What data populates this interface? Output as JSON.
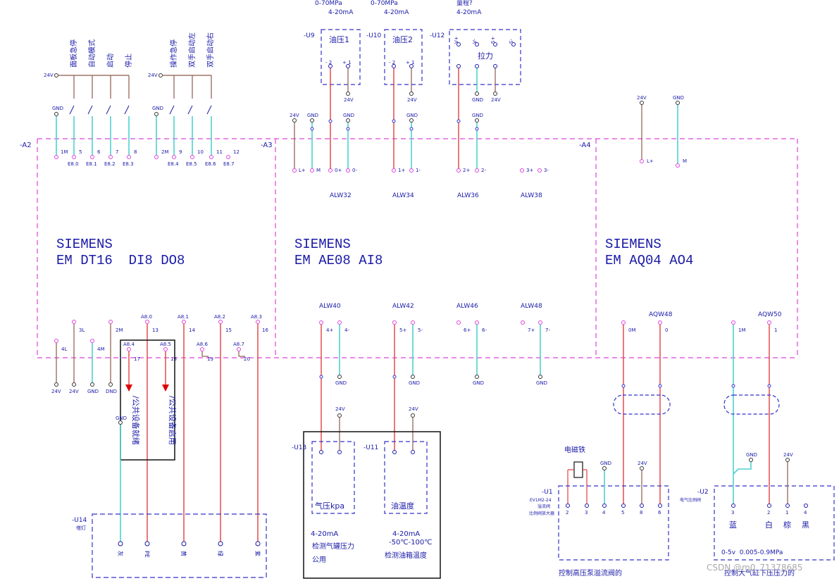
{
  "modules": {
    "a2": {
      "tag": "-A2",
      "brand": "SIEMENS",
      "model": "EM DT16  DI8 DO8"
    },
    "a3": {
      "tag": "-A3",
      "brand": "SIEMENS",
      "model": "EM AE08 AI8"
    },
    "a4": {
      "tag": "-A4",
      "brand": "SIEMENS",
      "model": "EM AQ04 AO4"
    }
  },
  "switches_left": {
    "supply": "24V",
    "labels": [
      "面板急停",
      "自动模式",
      "启动",
      "停止"
    ]
  },
  "switches_right": {
    "supply": "24V",
    "labels": [
      "操作急停",
      "双手启动左",
      "双手启动右"
    ]
  },
  "a2_top": {
    "gnd1": "GND",
    "gnd2": "GND",
    "terms": [
      "1M",
      "5",
      "6",
      "7",
      "8",
      "2M",
      "9",
      "10",
      "11",
      "12"
    ],
    "addrs": [
      "E8.0",
      "E8.1",
      "E8.2",
      "E8.3",
      "E8.4",
      "E8.5",
      "E8.6",
      "E8.7"
    ]
  },
  "a2_bottom": {
    "terms": [
      "4L",
      "3L",
      "4M",
      "2M",
      "13",
      "14",
      "15",
      "16",
      "17",
      "18",
      "19",
      "20"
    ],
    "addrs": [
      "A8.0",
      "A8.1",
      "A8.2",
      "A8.3",
      "A8.4",
      "A8.5",
      "A8.6",
      "A8.7"
    ],
    "supplies": [
      "24V",
      "24V",
      "GND",
      "DND"
    ],
    "arrow_labels": [
      "/公共设备就绪",
      "/公共设备启用"
    ],
    "gnd": "GND"
  },
  "sensors_top": {
    "u9": {
      "tag": "-U9",
      "name": "油压1",
      "range": "0-70MPa",
      "signal": "4-20mA",
      "pins": [
        "- 2",
        "+ 1"
      ],
      "sup": "24V"
    },
    "u10": {
      "tag": "-U10",
      "name": "油压2",
      "range": "0-70MPa",
      "signal": "4-20mA",
      "pins": [
        "- 2",
        "+ 1"
      ],
      "sup": "24V"
    },
    "u12": {
      "tag": "-U12",
      "name": "拉力",
      "range": "量程?",
      "signal": "4-20mA",
      "pins": [
        "V+",
        "V-",
        "S+",
        "S-"
      ],
      "gnd": "GND",
      "gnd2": "GND",
      "sup": "24V"
    }
  },
  "a3_top": {
    "sup": "24V",
    "gnd": "GND",
    "terms": [
      "L+",
      "M",
      "0+",
      "0-",
      "1+",
      "1-",
      "2+",
      "2-",
      "3+",
      "3-"
    ],
    "channels": [
      "ALW32",
      "ALW34",
      "ALW36",
      "ALW38"
    ]
  },
  "a3_bottom": {
    "channels": [
      "ALW40",
      "ALW42",
      "ALW46",
      "ALW48"
    ],
    "terms": [
      "4+",
      "4-",
      "5+",
      "5-",
      "6+",
      "6-",
      "7+",
      "7-"
    ],
    "gnd": "GND"
  },
  "a4_top": {
    "sup": "24V",
    "gnd": "GND",
    "terms": [
      "L+",
      "M"
    ]
  },
  "a4_bottom": {
    "channels": [
      "AQW48",
      "AQW50"
    ],
    "terms": [
      "0M",
      "0",
      "1M",
      "1"
    ]
  },
  "sensors_bottom": {
    "u13": {
      "tag": "-U13",
      "name": "气压kpa",
      "signal": "4-20mA",
      "desc1": "检测气罐压力",
      "desc2": "公用",
      "sup": "24V"
    },
    "u11": {
      "tag": "-U11",
      "name": "油温度",
      "signal": "4-20mA",
      "range": "-50℃-100℃",
      "desc": "检测油箱温度",
      "sup": "24V"
    }
  },
  "u1": {
    "tag": "-U1",
    "coil": "电磁铁",
    "model": "EV1M2-24",
    "sub1": "溢流阀",
    "sub2": "比例阀放大器",
    "pins": [
      "2",
      "3",
      "4",
      "5",
      "8",
      "6"
    ],
    "gnd": "GND",
    "sup": "24V",
    "caption": "控制高压泵溢流阀的"
  },
  "u2": {
    "tag": "-U2",
    "sub": "电气比例阀",
    "pins": [
      "3",
      "2",
      "1",
      "4"
    ],
    "colors": [
      "蓝",
      "白",
      "棕",
      "黑"
    ],
    "gnd": "GND",
    "sup": "24V",
    "range": "0-5v  0.005-0.9MPa",
    "caption": "控制大气缸下压压力的"
  },
  "u14": {
    "tag": "-U14",
    "sub": "塔灯",
    "lamps": [
      "灰",
      "PE",
      "黄",
      "绿",
      "紫"
    ]
  },
  "watermark": "CSDN @m0_71378685"
}
